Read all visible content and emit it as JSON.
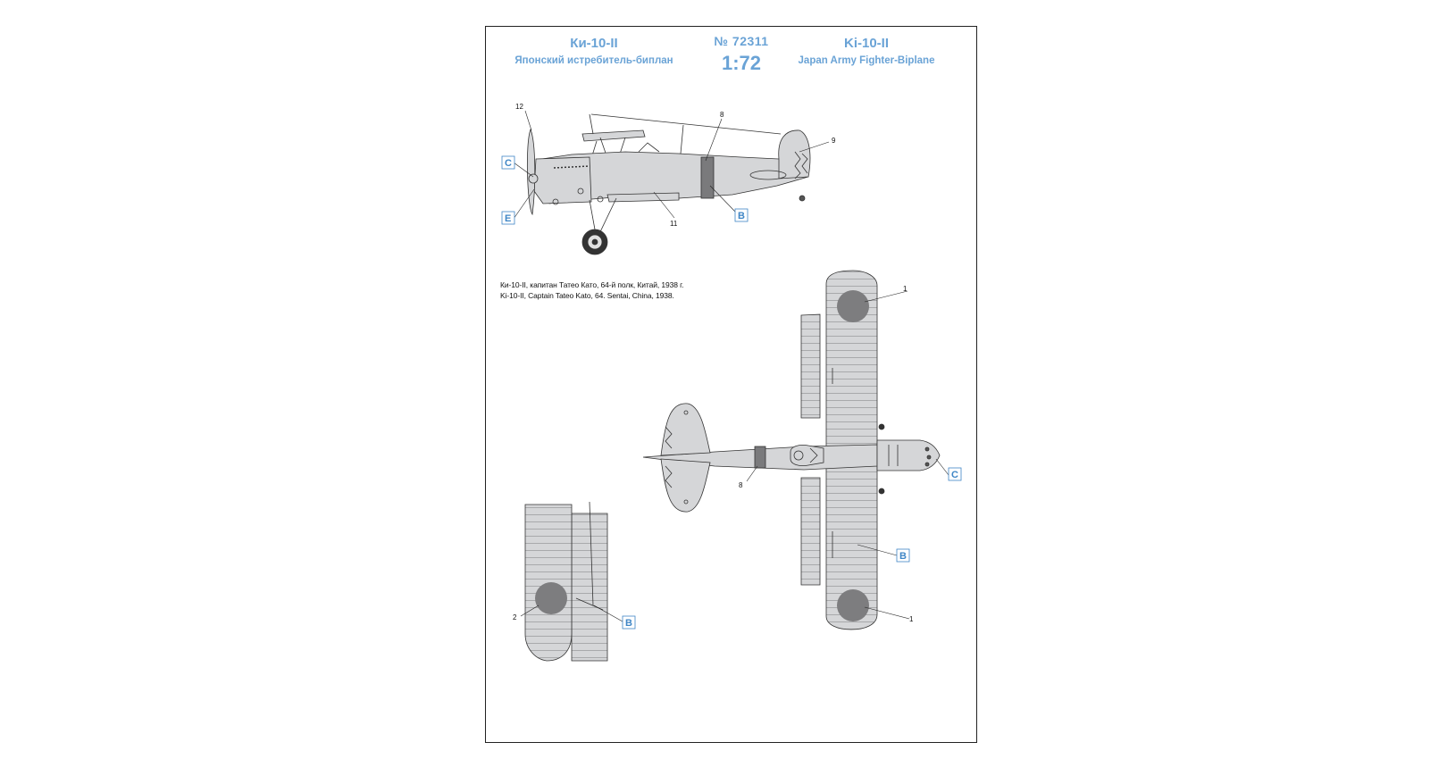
{
  "header": {
    "title_ru": "Ки-10-II",
    "subtitle_ru": "Японский истребитель-биплан",
    "kit_number": "№ 72311",
    "scale": "1:72",
    "title_en": "Ki-10-II",
    "subtitle_en": "Japan Army Fighter-Biplane"
  },
  "caption": {
    "line_ru": "Ки-10-II, капитан Татео Като, 64-й полк, Китай, 1938 г.",
    "line_en": "Ki-10-II, Captain Tateo Kato, 64. Sentai, China, 1938."
  },
  "callouts": {
    "side": {
      "c": "C",
      "e": "E",
      "b": "B",
      "n12": "12",
      "n8": "8",
      "n9": "9",
      "n11": "11"
    },
    "top": {
      "n1a": "1",
      "n1b": "1",
      "n8": "8",
      "c": "C",
      "b": "B"
    },
    "under": {
      "n2": "2",
      "b": "B"
    }
  },
  "colors": {
    "accent": "#6aa3d6",
    "callout_box": "#3f86c6",
    "aircraft_grey": "#d5d6d8",
    "hinomaru": "#7d7d7f",
    "fuselage_band": "#7a7a7c"
  }
}
